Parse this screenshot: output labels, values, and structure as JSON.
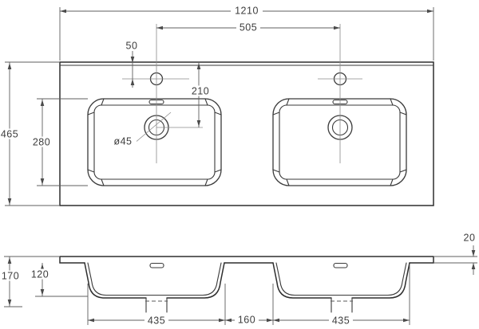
{
  "drawing": {
    "dimensions": {
      "top": {
        "overall_width": "1210",
        "tap_hole_spacing": "505",
        "tap_hole_offset": "50",
        "drain_offset": "210",
        "basin_front_to_back": "280",
        "overall_depth": "465",
        "drain_diameter": "ø45"
      },
      "front": {
        "edge_thickness": "20",
        "overall_height": "170",
        "bowl_depth": "120",
        "left_bowl_width": "435",
        "bowl_spacing": "160",
        "right_bowl_width": "435"
      }
    },
    "colors": {
      "background": "#ffffff",
      "object_line": "#2e2e2e",
      "dimension_line": "#5f5f5f",
      "label_text": "#3d3d3d"
    }
  }
}
